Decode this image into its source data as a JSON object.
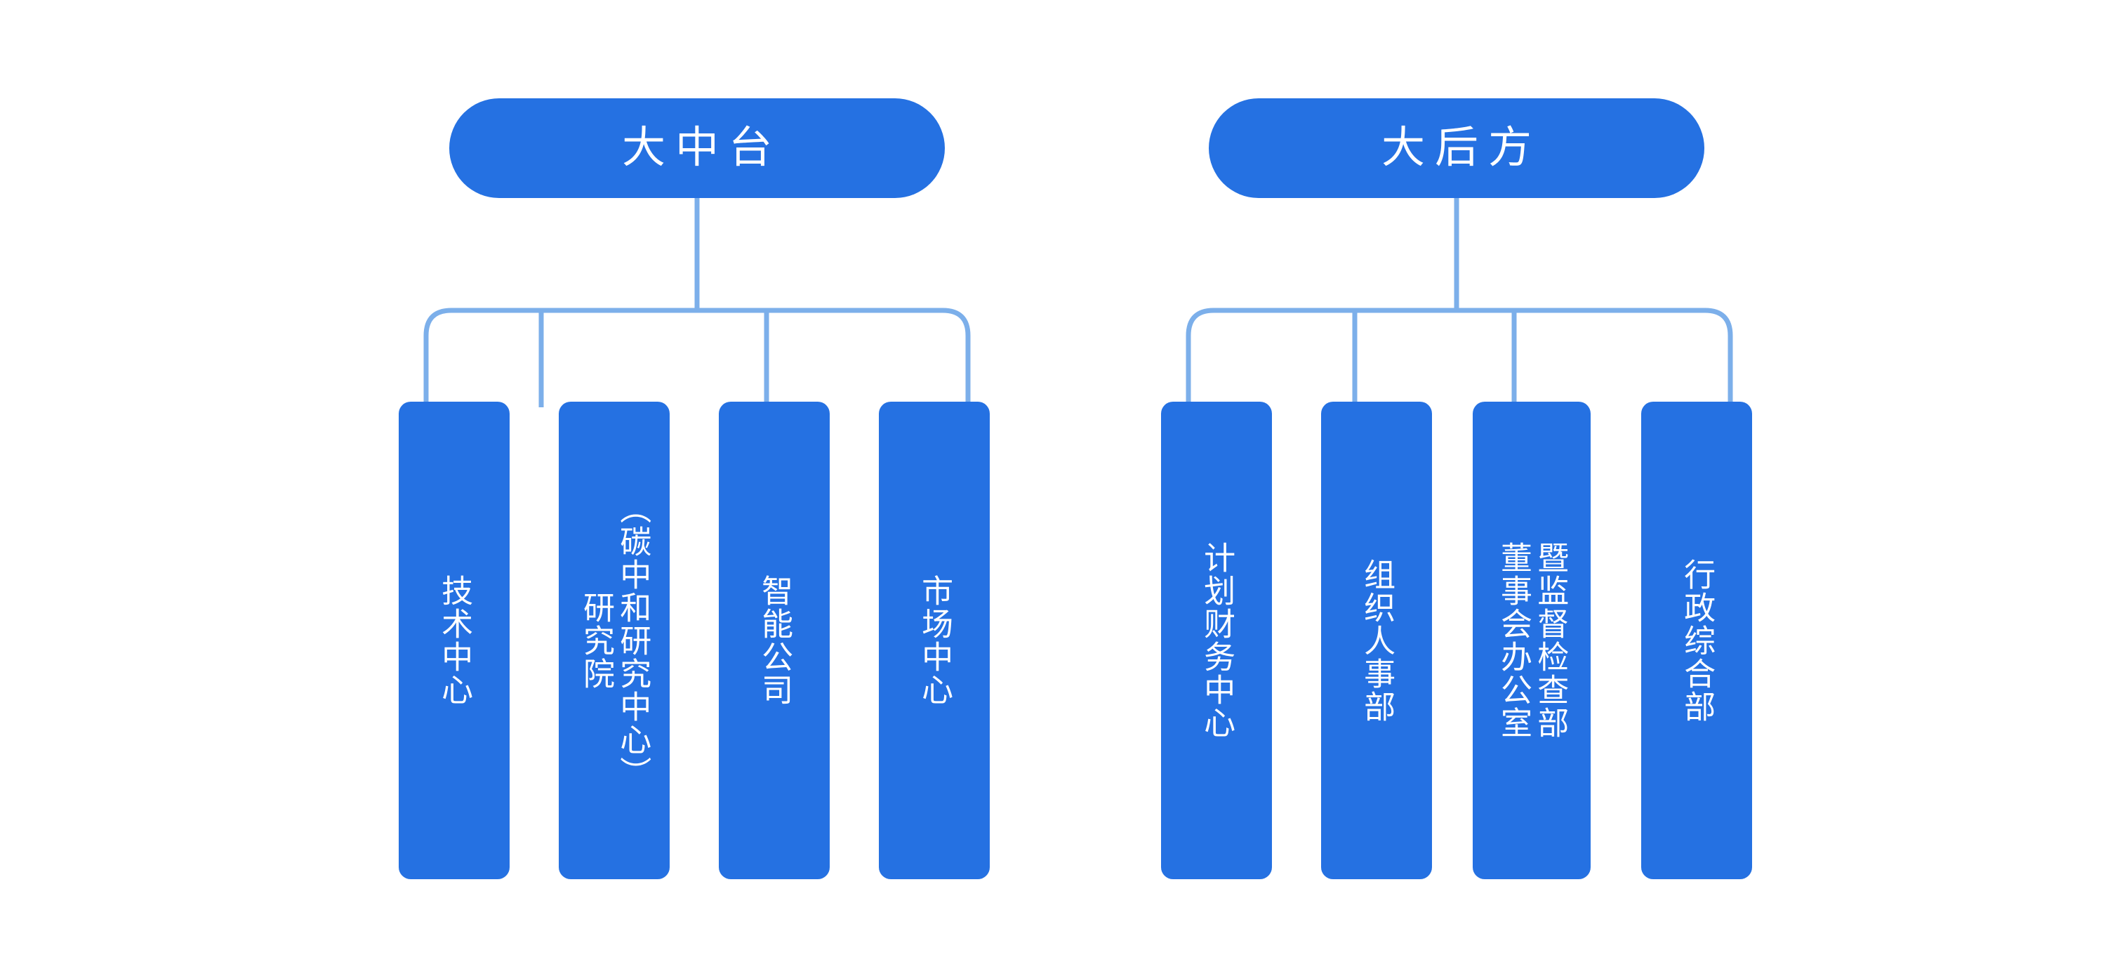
{
  "diagram": {
    "title_implicit": "",
    "colors": {
      "brand": "#2571e2",
      "connector": "#7cafea",
      "node_text": "#ffffff",
      "background": "#ffffff"
    },
    "groups": [
      {
        "id": "middle-platform",
        "header": "大中台",
        "nodes": [
          {
            "id": "tech-center",
            "full_text": "技术中心",
            "columns": [
              "技术中心"
            ]
          },
          {
            "id": "research-inst",
            "full_text": "研究院（碳中和研究中心）",
            "columns": [
              "（碳中和研究中心）",
              "研究院"
            ]
          },
          {
            "id": "smart-company",
            "full_text": "智能公司",
            "columns": [
              "智能公司"
            ]
          },
          {
            "id": "market-center",
            "full_text": "市场中心",
            "columns": [
              "市场中心"
            ]
          }
        ]
      },
      {
        "id": "rear-support",
        "header": "大后方",
        "nodes": [
          {
            "id": "finance-center",
            "full_text": "计划财务中心",
            "columns": [
              "计划财务中心"
            ]
          },
          {
            "id": "hr-department",
            "full_text": "组织人事部",
            "columns": [
              "组织人事部"
            ]
          },
          {
            "id": "board-office",
            "full_text": "董事会办公室暨监督检查部",
            "columns": [
              "暨监督检查部",
              "董事会办公室"
            ]
          },
          {
            "id": "admin-department",
            "full_text": "行政综合部",
            "columns": [
              "行政综合部"
            ]
          }
        ]
      }
    ]
  }
}
